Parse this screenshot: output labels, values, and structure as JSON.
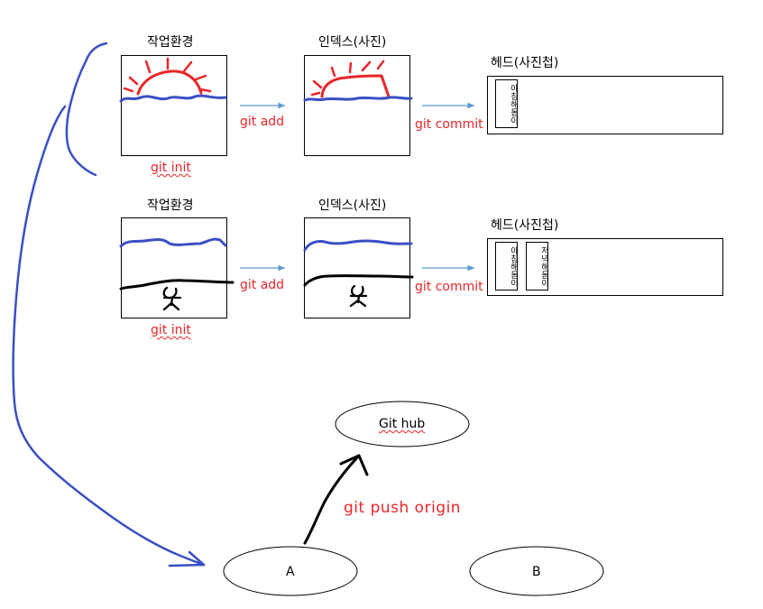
{
  "row1": {
    "workspace_label": "작업환경",
    "index_label": "인덱스(사진)",
    "head_label": "헤드(사진첩)",
    "git_add": "git add",
    "git_commit": "git commit",
    "git_init": "git init",
    "photos": [
      "아침해돋이"
    ]
  },
  "row2": {
    "workspace_label": "작업환경",
    "index_label": "인덱스(사진)",
    "head_label": "헤드(사진첩)",
    "git_add": "git add",
    "git_commit": "git commit",
    "git_init": "git init",
    "photos": [
      "아침해돋이",
      "저녁해돋이"
    ]
  },
  "github": {
    "label": "Git hub"
  },
  "push": {
    "label": "git push origin"
  },
  "node_a": {
    "label": "A"
  },
  "node_b": {
    "label": "B"
  },
  "colors": {
    "red": "#e8262a",
    "blue": "#3a4fc4",
    "arrow_blue": "#5b9bd5",
    "ink": "#000000"
  }
}
